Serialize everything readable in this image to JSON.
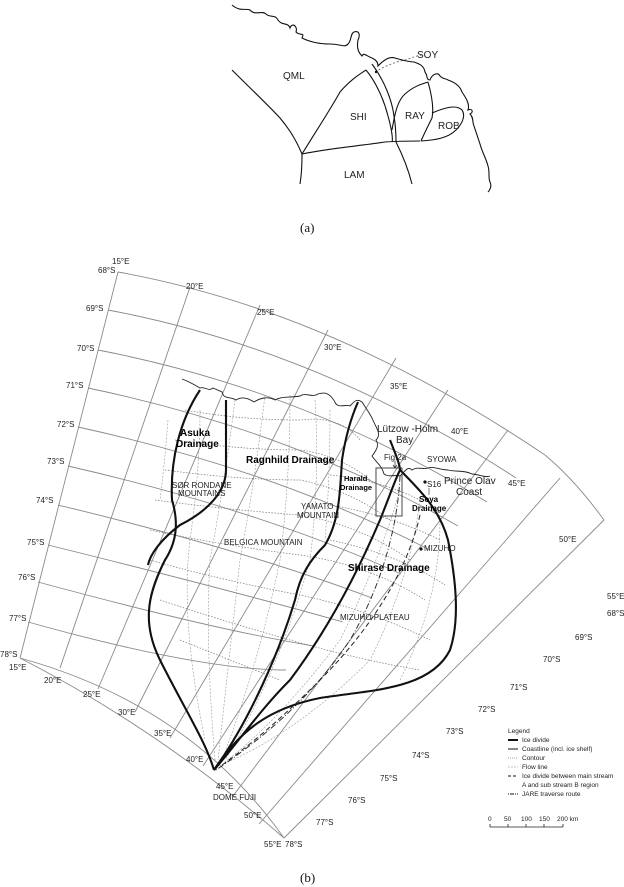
{
  "panel_a": {
    "caption": "(a)",
    "regions": [
      "QML",
      "SHI",
      "RAY",
      "ROB",
      "LAM",
      "SOY"
    ]
  },
  "panel_b": {
    "caption": "(b)",
    "longitude_labels_top": [
      "15°E",
      "20°E",
      "25°E",
      "30°E",
      "35°E",
      "40°E",
      "45°E",
      "50°E",
      "55°E"
    ],
    "latitude_labels_left": [
      "68°S",
      "69°S",
      "70°S",
      "71°S",
      "72°S",
      "73°S",
      "74°S",
      "75°S",
      "76°S",
      "77°S",
      "78°S"
    ],
    "longitude_labels_bottom": [
      "15°E",
      "20°E",
      "25°E",
      "30°E",
      "35°E",
      "40°E",
      "45°E",
      "50°E",
      "55°E"
    ],
    "latitude_labels_right": [
      "68°S",
      "69°S",
      "70°S",
      "71°S",
      "72°S",
      "73°S",
      "74°S",
      "75°S",
      "76°S",
      "77°S",
      "78°S"
    ],
    "drainages": {
      "asuka": [
        "Asuka",
        "Drainage"
      ],
      "ragnhild": "Ragnhild Drainage",
      "harald": [
        "Harald",
        "Drainage"
      ],
      "soya": [
        "Soya",
        "Drainage"
      ],
      "shirase": "Shirase Drainage"
    },
    "places": {
      "sor_rondane": [
        "SØR RONDANE",
        "MOUNTAINS"
      ],
      "yamato": [
        "YAMATO",
        "MOUNTAIN"
      ],
      "belgica": "BELGICA MOUNTAIN",
      "mizuho_plateau": "MIZUHO PLATEAU",
      "mizuho": "MIZUHO",
      "syowa": "SYOWA",
      "s16": "S16",
      "dome_fuji": "DOME FUJI",
      "lutzow_holm": [
        "Lützow -Holm",
        "Bay"
      ],
      "prince_olav": [
        "Prince Olav",
        "Coast"
      ],
      "fig2a": "Fig.2a"
    },
    "legend": {
      "title": "Legend",
      "items": [
        {
          "style": "ice-divide",
          "label": "Ice divide"
        },
        {
          "style": "coastline",
          "label": "Coastline (incl. ice shelf)"
        },
        {
          "style": "contour",
          "label": "Contour"
        },
        {
          "style": "flow-line",
          "label": "Flow line"
        },
        {
          "style": "sub-divide",
          "label": "Ice divide between main stream"
        },
        {
          "style": "none",
          "label": "A and sub stream B region"
        },
        {
          "style": "jare",
          "label": "JARE traverse route"
        }
      ]
    },
    "scale_bar": {
      "ticks": [
        "0",
        "50",
        "100",
        "150",
        "200 km"
      ]
    }
  }
}
